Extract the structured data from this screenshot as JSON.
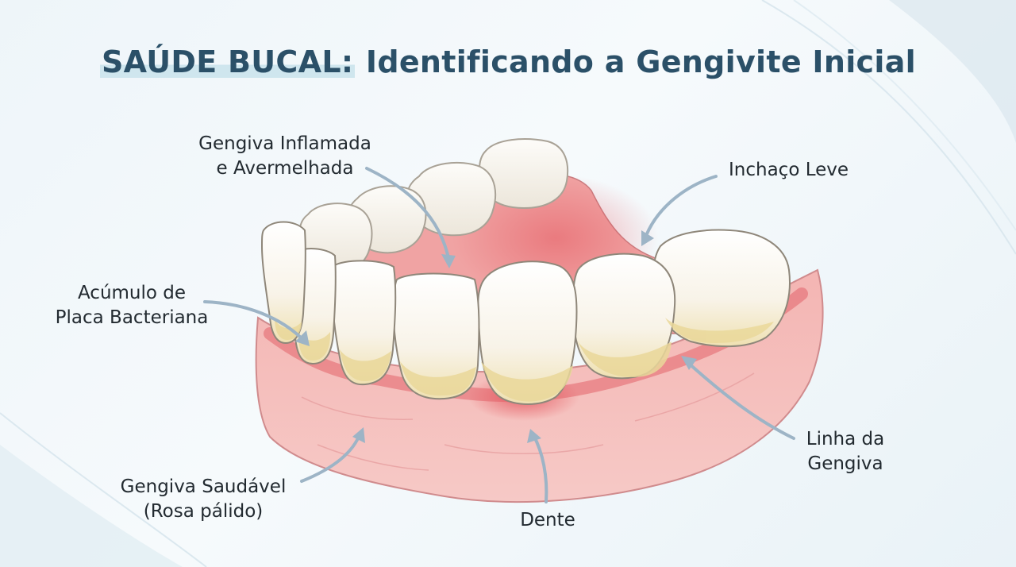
{
  "title": {
    "highlight": "SAÚDE BUCAL:",
    "rest": "Identificando a Gengivite Inicial"
  },
  "labels": {
    "inflamed_gum": {
      "line1": "Gengiva Inflamada",
      "line2": "e Avermelhada"
    },
    "mild_swelling": {
      "line1": "Inchaço Leve"
    },
    "plaque": {
      "line1": "Acúmulo de",
      "line2": "Placa Bacteriana"
    },
    "healthy_gum": {
      "line1": "Gengiva Saudável",
      "line2": "(Rosa pálido)"
    },
    "tooth": {
      "line1": "Dente"
    },
    "gum_line": {
      "line1": "Linha da",
      "line2": "Gengiva"
    }
  },
  "colors": {
    "title": "#2b5068",
    "title_highlight": "#cfe6ee",
    "arrow": "#9db4c6",
    "gum_healthy": "#f1a9a9",
    "gum_inflamed": "#e6686e",
    "tooth": "#fbf7ee",
    "plaque": "#ecdc9a"
  }
}
